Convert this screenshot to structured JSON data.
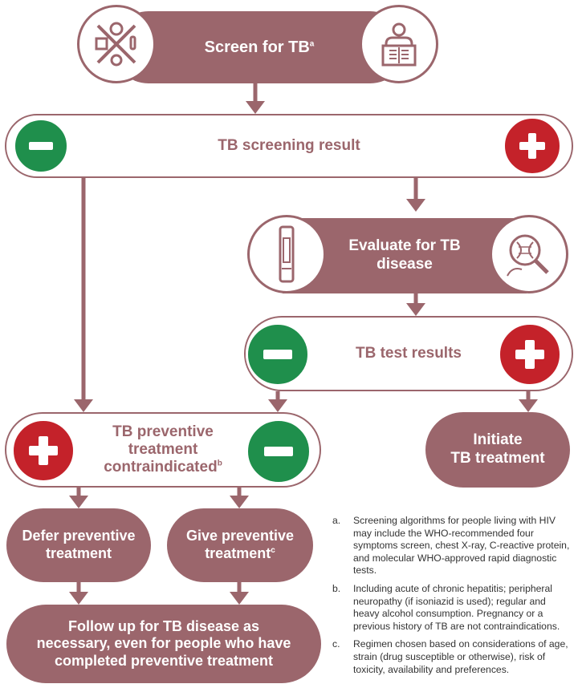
{
  "colors": {
    "brand": "#9b666c",
    "negative": "#1f8f4c",
    "positive": "#c4222a"
  },
  "nodes": {
    "screen": {
      "text": "Screen for TB",
      "sup": "a"
    },
    "screening_result": {
      "text": "TB screening result"
    },
    "evaluate": {
      "line1": "Evaluate for TB",
      "line2": "disease"
    },
    "test_results": {
      "text": "TB test results"
    },
    "initiate": {
      "line1": "Initiate",
      "line2": "TB treatment"
    },
    "contraindicated": {
      "line1": "TB preventive",
      "line2": "treatment",
      "line3": "contraindicated",
      "sup": "b"
    },
    "defer": {
      "line1": "Defer preventive",
      "line2": "treatment"
    },
    "give": {
      "line1": "Give preventive",
      "line2": "treatment",
      "sup": "c"
    },
    "follow_up": {
      "line1": "Follow up for TB disease as",
      "line2": "necessary, even for people who have",
      "line3": "completed preventive treatment"
    }
  },
  "icons": {
    "screen_left": "symptoms-screening-icon",
    "screen_right": "chest-xray-icon",
    "evaluate_left": "test-strip-icon",
    "evaluate_right": "dna-magnifier-icon",
    "negative": "minus-icon",
    "positive": "plus-icon"
  },
  "notes": [
    {
      "letter": "a.",
      "text": "Screening algorithms for people living with HIV may include the WHO-recommended four symptoms screen, chest X-ray, C-reactive protein, and molecular WHO-approved rapid diagnostic tests."
    },
    {
      "letter": "b.",
      "text": "Including acute of chronic hepatitis; peripheral neuropathy (if isoniazid is used); regular and heavy alcohol consumption. Pregnancy or a previous history of TB are not contraindications."
    },
    {
      "letter": "c.",
      "text": "Regimen chosen based on considerations of age, strain (drug susceptible or otherwise), risk of toxicity, availability and preferences."
    }
  ]
}
